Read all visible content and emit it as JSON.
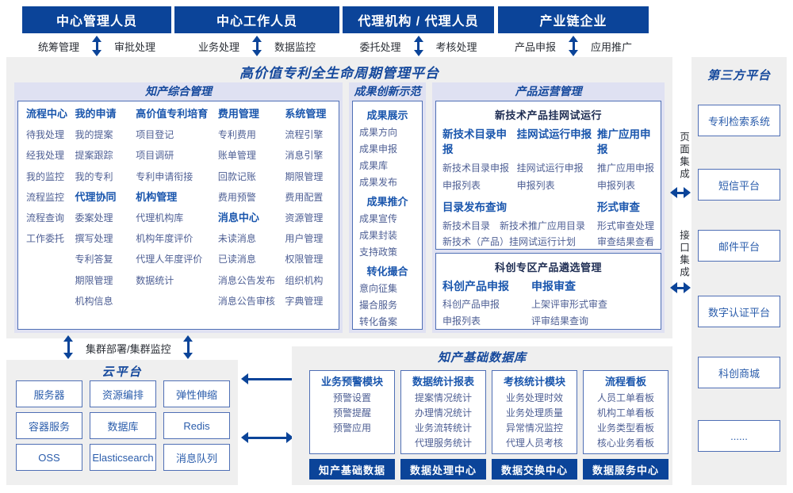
{
  "colors": {
    "primary": "#0b4499",
    "header_blue": "#1a56ad",
    "item_blue": "#4e5f94",
    "title_blue": "#14489c",
    "border_blue": "#4f6fb5",
    "panel_lavender": "#dfe1f2",
    "panel_gray": "#efefef"
  },
  "roles": [
    {
      "title": "中心管理人员",
      "labels": [
        "统筹管理",
        "审批处理"
      ]
    },
    {
      "title": "中心工作人员",
      "labels": [
        "业务处理",
        "数据监控"
      ]
    },
    {
      "title": "代理机构 / 代理人员",
      "labels": [
        "委托处理",
        "考核处理"
      ]
    },
    {
      "title": "产业链企业",
      "labels": [
        "产品申报",
        "应用推广"
      ]
    }
  ],
  "platform": {
    "title": "高价值专利全生命周期管理平台",
    "ip_management": {
      "title": "知产综合管理",
      "columns": [
        [
          {
            "header": "流程中心",
            "items": [
              "待我处理",
              "经我处理",
              "我的监控",
              "流程监控",
              "流程查询",
              "工作委托"
            ]
          }
        ],
        [
          {
            "header": "我的申请",
            "items": [
              "我的提案",
              "提案跟踪",
              "我的专利"
            ]
          },
          {
            "header": "代理协同",
            "items": [
              "委案处理",
              "撰写处理",
              "专利答复",
              "期限管理",
              "机构信息"
            ]
          }
        ],
        [
          {
            "header": "高价值专利培育",
            "items": [
              "项目登记",
              "项目调研",
              "专利申请衔接"
            ]
          },
          {
            "header": "机构管理",
            "items": [
              "代理机构库",
              "机构年度评价",
              "代理人年度评价",
              "数据统计"
            ]
          }
        ],
        [
          {
            "header": "费用管理",
            "items": [
              "专利费用",
              "账单管理",
              "回款记账",
              "费用预警"
            ]
          },
          {
            "header": "消息中心",
            "items": [
              "未读消息",
              "已读消息",
              "消息公告发布",
              "消息公告审核"
            ]
          }
        ],
        [
          {
            "header": "系统管理",
            "items": [
              "流程引擎",
              "消息引擎",
              "期限管理",
              "费用配置",
              "资源管理",
              "用户管理",
              "权限管理",
              "组织机构",
              "字典管理"
            ]
          }
        ]
      ]
    },
    "achievement": {
      "title": "成果创新示范",
      "groups": [
        {
          "header": "成果展示",
          "items": [
            "成果方向",
            "成果申报",
            "成果库",
            "成果发布"
          ]
        },
        {
          "header": "成果推介",
          "items": [
            "成果宣传",
            "成果封装",
            "支持政策"
          ]
        },
        {
          "header": "转化撮合",
          "items": [
            "意向征集",
            "撮合服务",
            "转化备案"
          ]
        }
      ]
    },
    "product_ops": {
      "title": "产品运营管理",
      "trial": {
        "title": "新技术产品挂网试运行",
        "columns": [
          {
            "header": "新技术目录申报",
            "items": [
              "新技术目录申报",
              "申报列表"
            ]
          },
          {
            "header": "挂网试运行申报",
            "items": [
              "挂网试运行申报",
              "申报列表"
            ]
          },
          {
            "header": "推广应用申报",
            "items": [
              "推广应用申报",
              "申报列表"
            ]
          }
        ],
        "bottom": [
          {
            "header": "目录发布查询",
            "items": [
              "新技术目录　新技术推广应用目录",
              "新技术（产品）挂网试运行计划"
            ]
          },
          {
            "header": "形式审查",
            "items": [
              "形式审查处理",
              "审查结果查看"
            ]
          }
        ]
      },
      "selection": {
        "title": "科创专区产品遴选管理",
        "columns": [
          {
            "header": "科创产品申报",
            "items": [
              "科创产品申报",
              "申报列表"
            ]
          },
          {
            "header": "申报审查",
            "items": [
              "上架评审形式审查",
              "评审结果查询"
            ]
          }
        ]
      }
    }
  },
  "third_party": {
    "title": "第三方平台",
    "boxes": [
      "专利检索系统",
      "短信平台",
      "邮件平台",
      "数字认证平台",
      "科创商城",
      "......"
    ]
  },
  "integration": {
    "page": "页面集成",
    "api": "接口集成"
  },
  "cluster_label": "集群部署/集群监控",
  "cloud": {
    "title": "云平台",
    "boxes": [
      "服务器",
      "资源编排",
      "弹性伸缩",
      "容器服务",
      "数据库",
      "Redis",
      "OSS",
      "Elasticsearch",
      "消息队列"
    ]
  },
  "ip_database": {
    "title": "知产基础数据库",
    "modules": [
      {
        "header": "业务预警模块",
        "items": [
          "预警设置",
          "预警提醒",
          "预警应用"
        ]
      },
      {
        "header": "数据统计报表",
        "items": [
          "提案情况统计",
          "办理情况统计",
          "业务流转统计",
          "代理服务统计"
        ]
      },
      {
        "header": "考核统计模块",
        "items": [
          "业务处理时效",
          "业务处理质量",
          "异常情况监控",
          "代理人员考核"
        ]
      },
      {
        "header": "流程看板",
        "items": [
          "人员工单看板",
          "机构工单看板",
          "业务类型看板",
          "核心业务看板"
        ]
      }
    ],
    "centers": [
      "知产基础数据",
      "数据处理中心",
      "数据交换中心",
      "数据服务中心"
    ]
  }
}
